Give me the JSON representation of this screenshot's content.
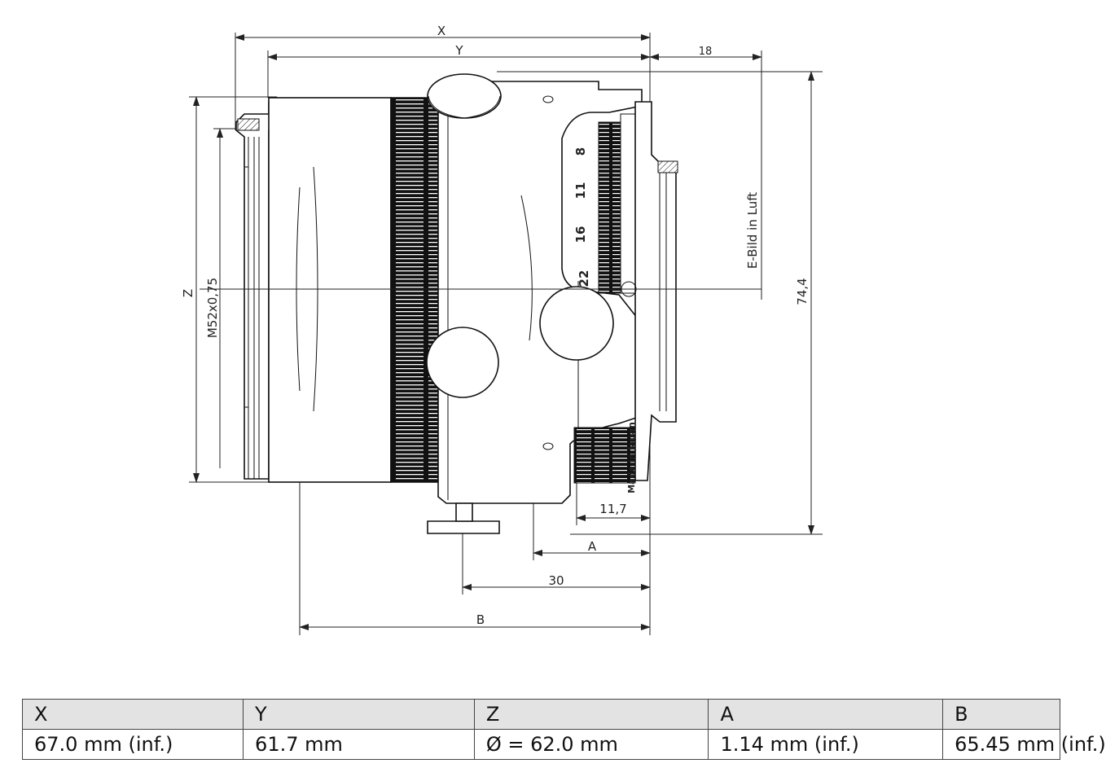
{
  "drawing": {
    "labels": {
      "x": "X",
      "y": "Y",
      "flange": "18",
      "z": "Z",
      "thread": "M52x0,75",
      "image_in_air": "E-Bild in Luft",
      "height": "74,4",
      "rear": "11,7",
      "a": "A",
      "thirty": "30",
      "b": "B",
      "made_in": "Made in Japan",
      "scale": [
        "8",
        "11",
        "16",
        "22"
      ]
    }
  },
  "table": {
    "headers": [
      "X",
      "Y",
      "Z",
      "A",
      "B"
    ],
    "values": [
      "67.0 mm (inf.)",
      "61.7 mm",
      "Ø = 62.0 mm",
      "1.14 mm (inf.)",
      "65.45 mm (inf.)"
    ]
  }
}
